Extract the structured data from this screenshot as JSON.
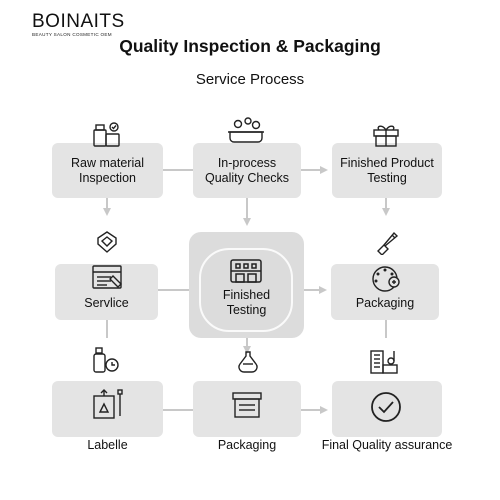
{
  "brand": {
    "name": "BOINAITS",
    "tagline": "BEAUTY SALON COSMETIC OEM"
  },
  "title": "Quality Inspection & Packaging",
  "subtitle": "Service Process",
  "steps": {
    "raw_material": "Raw material\nInspection",
    "in_process": "In-process\nQuality Checks",
    "finished_product": "Finished Product\nTesting",
    "service": "Servlice",
    "finished_testing": "Finished\nTesting",
    "packaging_mid": "Packaging",
    "labelle": "Labelle",
    "packaging_bottom": "Packaging",
    "final_quality": "Final Quality assurance"
  },
  "colors": {
    "box": "#e4e4e4",
    "big_box": "#dcdcdc",
    "connector": "#c8c8c8",
    "icon": "#222222"
  }
}
